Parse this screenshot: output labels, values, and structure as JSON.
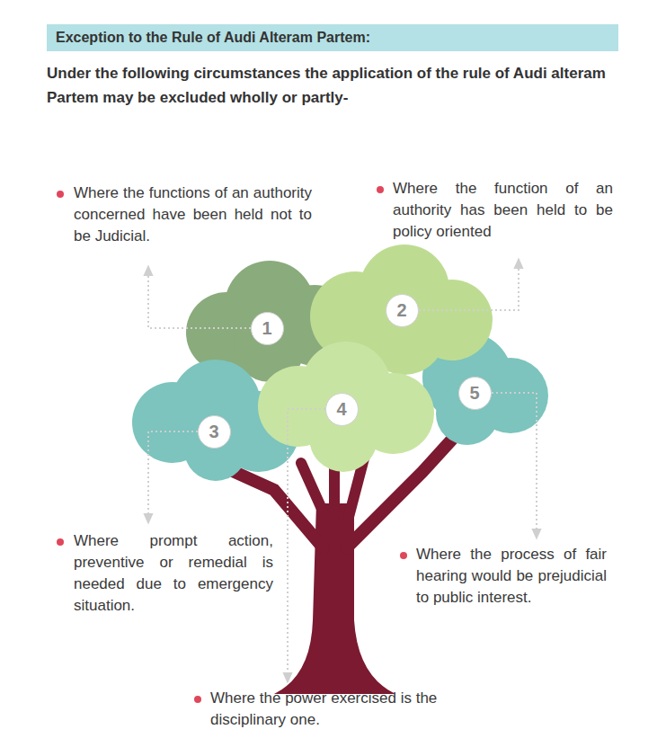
{
  "diagram": {
    "title": "Exception to the Rule of Audi Alteram Partem:",
    "nodes": [
      {
        "text": [
          "1"
        ]
      },
      {
        "text": [
          "2"
        ]
      },
      {
        "text": [
          "3"
        ]
      },
      {
        "text": [
          "4"
        ]
      },
      {
        "text": [
          "5"
        ]
      }
    ],
    "labels": [
      "Under the following circumstances the application of the rule of Audi alteram Partem may be excluded wholly or partly-",
      "Where the functions of an authority concerned have been held not to be Judicial.",
      "Where the function of an authority has been held to be policy oriented",
      "Where prompt action, preventive or remedial is needed due to emergency situation.",
      "Where the process of fair hearing would be prejudicial to public interest.",
      "Where the power exercised is the disciplinary one."
    ]
  }
}
